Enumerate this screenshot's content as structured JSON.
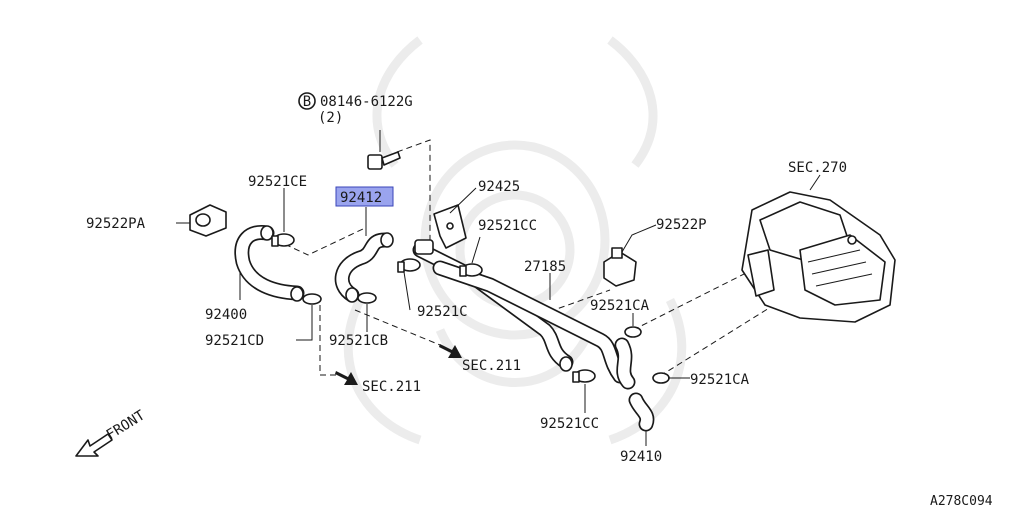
{
  "diagram": {
    "bolt_marker": "B",
    "bolt_part": "08146-6122G",
    "bolt_qty": "(2)",
    "highlight_color": "#9aa4ee",
    "labels": {
      "p92412": "92412",
      "p92425": "92425",
      "p92521CE": "92521CE",
      "p92522PA": "92522PA",
      "p92400": "92400",
      "p92521CD": "92521CD",
      "p92521CB": "92521CB",
      "p92521C": "92521C",
      "p92521CC_top": "92521CC",
      "p27185": "27185",
      "p92522P": "92522P",
      "sec270": "SEC.270",
      "p92521CA_1": "92521CA",
      "p92521CA_2": "92521CA",
      "p92521CC_bottom": "92521CC",
      "p92410": "92410",
      "sec211_right": "SEC.211",
      "sec211_left": "SEC.211",
      "front": "FRONT",
      "diagram_code": "A278C094"
    }
  }
}
